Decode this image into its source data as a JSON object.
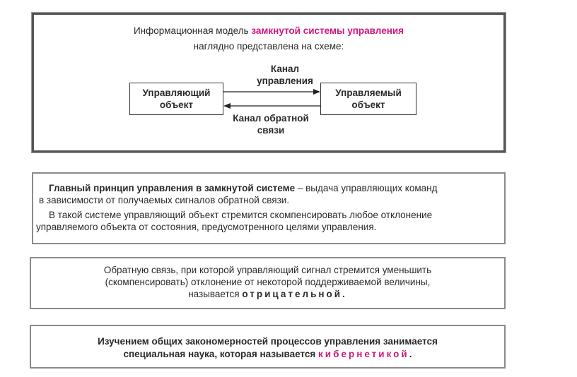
{
  "panel1": {
    "line1_before": "Информационная модель ",
    "line1_highlight": "замкнутой системы управления",
    "line2": "наглядно представлена на схеме:",
    "left_node": [
      "Управляющий",
      "объект"
    ],
    "right_node": [
      "Управляемый",
      "объект"
    ],
    "top_label": [
      "Канал",
      "управления"
    ],
    "bottom_label": [
      "Канал обратной",
      "связи"
    ]
  },
  "panel2": {
    "p1_bold": "Главный принцип управления в замкнутой системе",
    "p1_rest": " – выдача управляющих команд",
    "p1_line2": "в зависимости от получаемых сигналов обратной связи.",
    "p2_line1": "В такой системе управляющий объект стремится скомпенсировать любое отклонение",
    "p2_line2": "управляемого объекта от состояния, предусмотренного целями управления."
  },
  "panel3": {
    "line1": "Обратную связь, при которой управляющий сигнал стремится уменьшить",
    "line2": "(скомпенсировать) отклонение от некоторой поддерживаемой величины,",
    "line3_before": "называется ",
    "line3_term": "отрицательной."
  },
  "panel4": {
    "line1": "Изучением общих закономерностей процессов управления занимается",
    "line2_before": "специальная наука, которая называется ",
    "line2_term": "кибернетикой",
    "line2_after": "."
  },
  "colors": {
    "accent": "#d0187f",
    "border": "#555555",
    "text": "#2a2a2a"
  }
}
